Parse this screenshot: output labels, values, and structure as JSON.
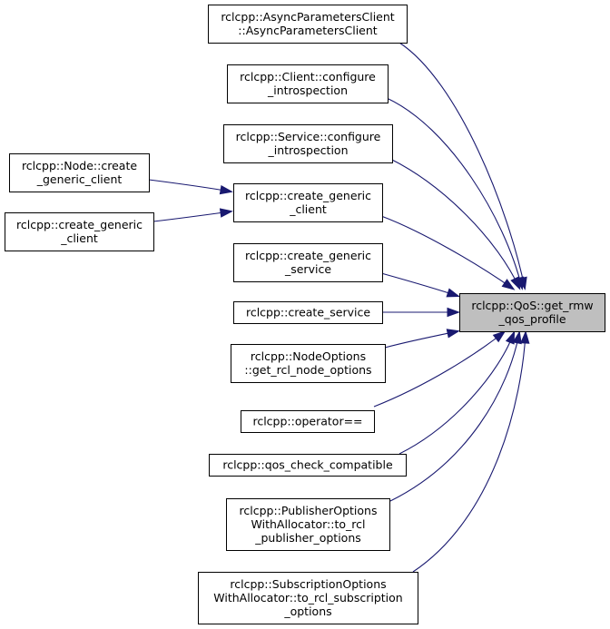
{
  "colors": {
    "edge": "#191970",
    "target_fill": "#bfbfbf",
    "node_fill": "#ffffff",
    "node_border": "#000000"
  },
  "target": {
    "id": "get_rmw_qos_profile",
    "lines": [
      "rclcpp::QoS::get_rmw",
      "_qos_profile"
    ]
  },
  "nodes": [
    {
      "id": "async_params_client",
      "lines": [
        "rclcpp::AsyncParametersClient",
        "::AsyncParametersClient"
      ]
    },
    {
      "id": "client_configure_introspection",
      "lines": [
        "rclcpp::Client::configure",
        "_introspection"
      ]
    },
    {
      "id": "service_configure_introspection",
      "lines": [
        "rclcpp::Service::configure",
        "_introspection"
      ]
    },
    {
      "id": "create_generic_client_mid",
      "lines": [
        "rclcpp::create_generic",
        "_client"
      ]
    },
    {
      "id": "create_generic_service",
      "lines": [
        "rclcpp::create_generic",
        "_service"
      ]
    },
    {
      "id": "create_service",
      "lines": [
        "rclcpp::create_service"
      ]
    },
    {
      "id": "get_rcl_node_options",
      "lines": [
        "rclcpp::NodeOptions",
        "::get_rcl_node_options"
      ]
    },
    {
      "id": "operator_eq",
      "lines": [
        "rclcpp::operator=="
      ]
    },
    {
      "id": "qos_check_compatible",
      "lines": [
        "rclcpp::qos_check_compatible"
      ]
    },
    {
      "id": "publisher_options_to_rcl",
      "lines": [
        "rclcpp::PublisherOptions",
        "WithAllocator::to_rcl",
        "_publisher_options"
      ]
    },
    {
      "id": "subscription_options_to_rcl",
      "lines": [
        "rclcpp::SubscriptionOptions",
        "WithAllocator::to_rcl_subscription",
        "_options"
      ]
    },
    {
      "id": "node_create_generic_client",
      "lines": [
        "rclcpp::Node::create",
        "_generic_client"
      ]
    },
    {
      "id": "create_generic_client_left",
      "lines": [
        "rclcpp::create_generic",
        "_client"
      ]
    }
  ],
  "edges": [
    {
      "from": "async_params_client",
      "to": "get_rmw_qos_profile"
    },
    {
      "from": "client_configure_introspection",
      "to": "get_rmw_qos_profile"
    },
    {
      "from": "service_configure_introspection",
      "to": "get_rmw_qos_profile"
    },
    {
      "from": "create_generic_client_mid",
      "to": "get_rmw_qos_profile"
    },
    {
      "from": "create_generic_service",
      "to": "get_rmw_qos_profile"
    },
    {
      "from": "create_service",
      "to": "get_rmw_qos_profile"
    },
    {
      "from": "get_rcl_node_options",
      "to": "get_rmw_qos_profile"
    },
    {
      "from": "operator_eq",
      "to": "get_rmw_qos_profile"
    },
    {
      "from": "qos_check_compatible",
      "to": "get_rmw_qos_profile"
    },
    {
      "from": "publisher_options_to_rcl",
      "to": "get_rmw_qos_profile"
    },
    {
      "from": "subscription_options_to_rcl",
      "to": "get_rmw_qos_profile"
    },
    {
      "from": "node_create_generic_client",
      "to": "create_generic_client_mid"
    },
    {
      "from": "create_generic_client_left",
      "to": "create_generic_client_mid"
    }
  ]
}
